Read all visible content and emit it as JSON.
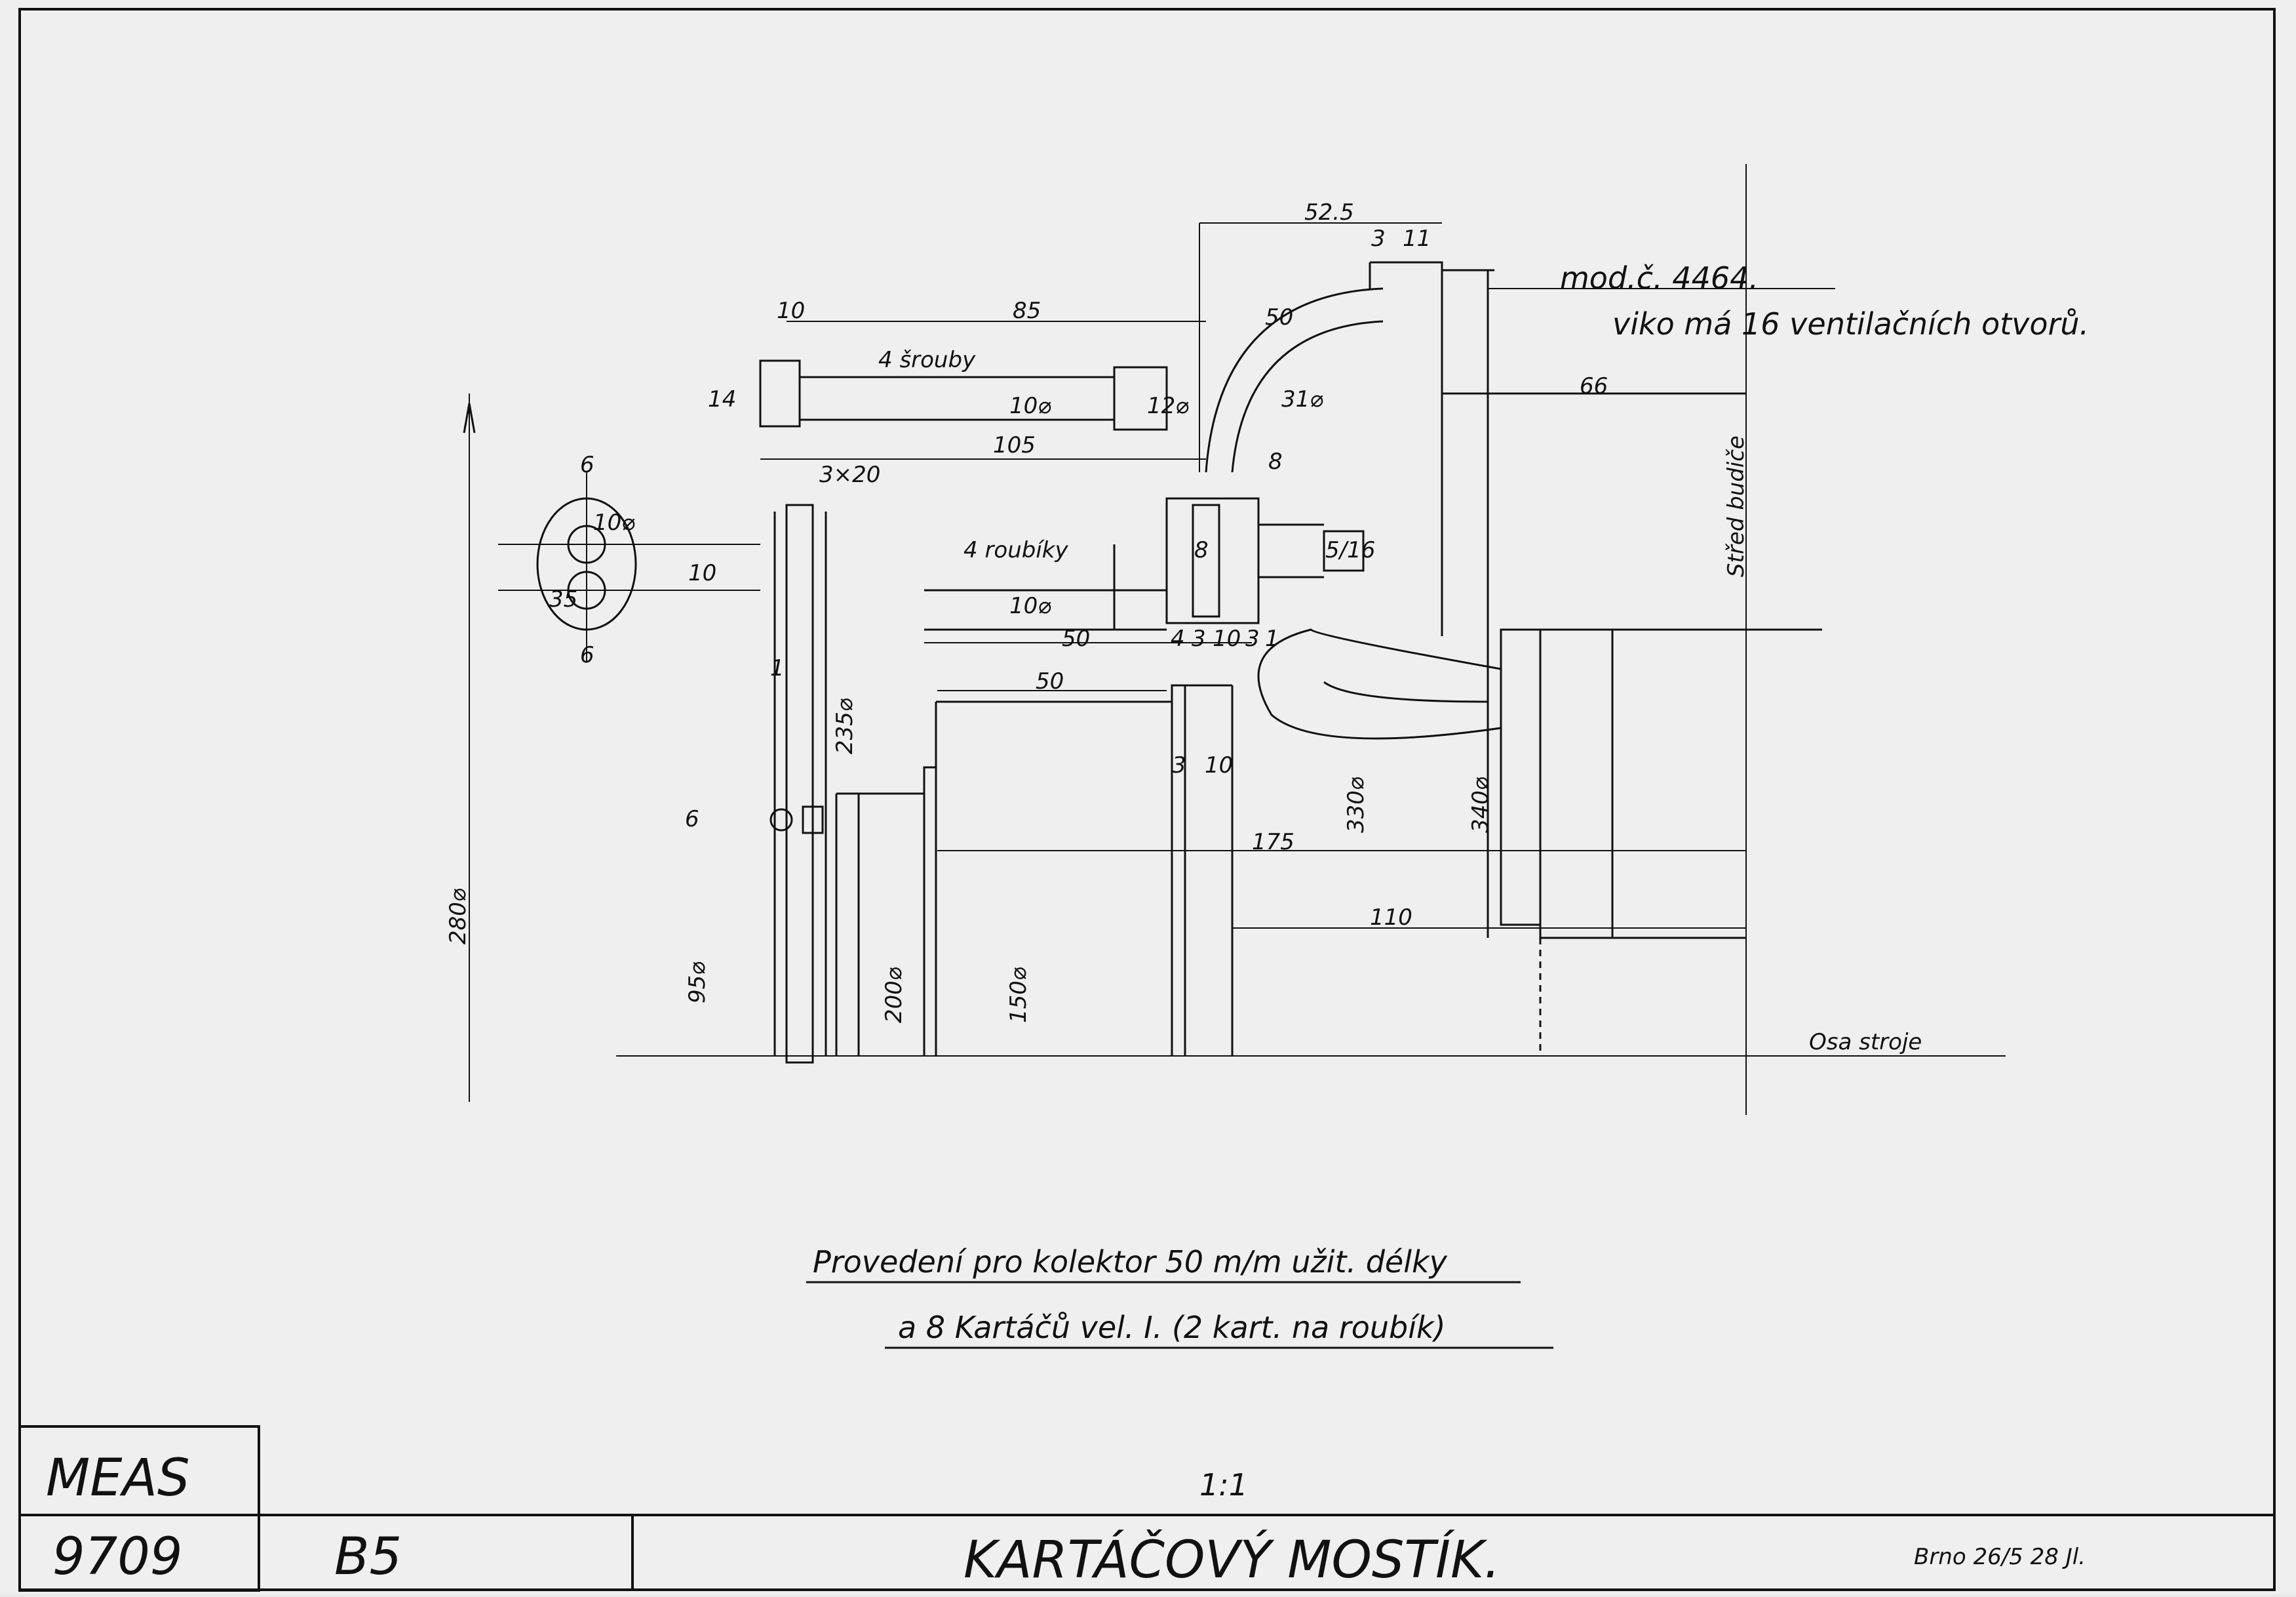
{
  "drawing": {
    "model_note": "mod.č. 4464.",
    "cover_note": "viko má 16 ventilačních otvorů.",
    "axis_label": "Osa stroje",
    "center_label": "Střed budiče",
    "caption_line1": "Provedení pro kolektor 50 m/m užit. délky",
    "caption_line2": "a 8 Kartáčů vel. I. (2 kart. na roubík)",
    "bolt_note_1": "4 šrouby",
    "bolt_note_2": "4 roubíky",
    "scale": "1:1",
    "dimensions": {
      "d_52_5": "52.5",
      "d_3_top": "3",
      "d_11": "11",
      "d_10_left": "10",
      "d_85": "85",
      "d_50_top": "50",
      "d_66": "66",
      "d_14": "14",
      "d_10d": "10⌀",
      "d_12d": "12⌀",
      "d_31": "31⌀",
      "d_105": "105",
      "d_3x20": "3×20",
      "d_8": "8",
      "d_6_top": "6",
      "d_10_hole": "10⌀",
      "d_10_pitch": "10",
      "d_35": "35",
      "d_6_bot": "6",
      "d_5_16": "5/16",
      "d_8_mid": "8",
      "d_10d_mid": "10⌀",
      "d_50_mid": "50",
      "d_4": "4",
      "d_3a": "3",
      "d_10_small": "10",
      "d_3b": "3",
      "d_1": "1",
      "d_50_low": "50",
      "d_1_left": "1",
      "d_235": "235⌀",
      "d_3c": "3",
      "d_10_low": "10",
      "d_6_pin": "6",
      "d_330": "330⌀",
      "d_340": "340⌀",
      "d_175": "175",
      "d_110": "110",
      "d_280": "280⌀",
      "d_95": "95⌀",
      "d_200": "200⌀",
      "d_150": "150⌀"
    }
  },
  "title_block": {
    "company": "MEAS",
    "number": "9709",
    "format": "B5",
    "title": "KARTÁČOVÝ MOSTÍK.",
    "date_signature": "Brno 26/5 28 Jl."
  }
}
